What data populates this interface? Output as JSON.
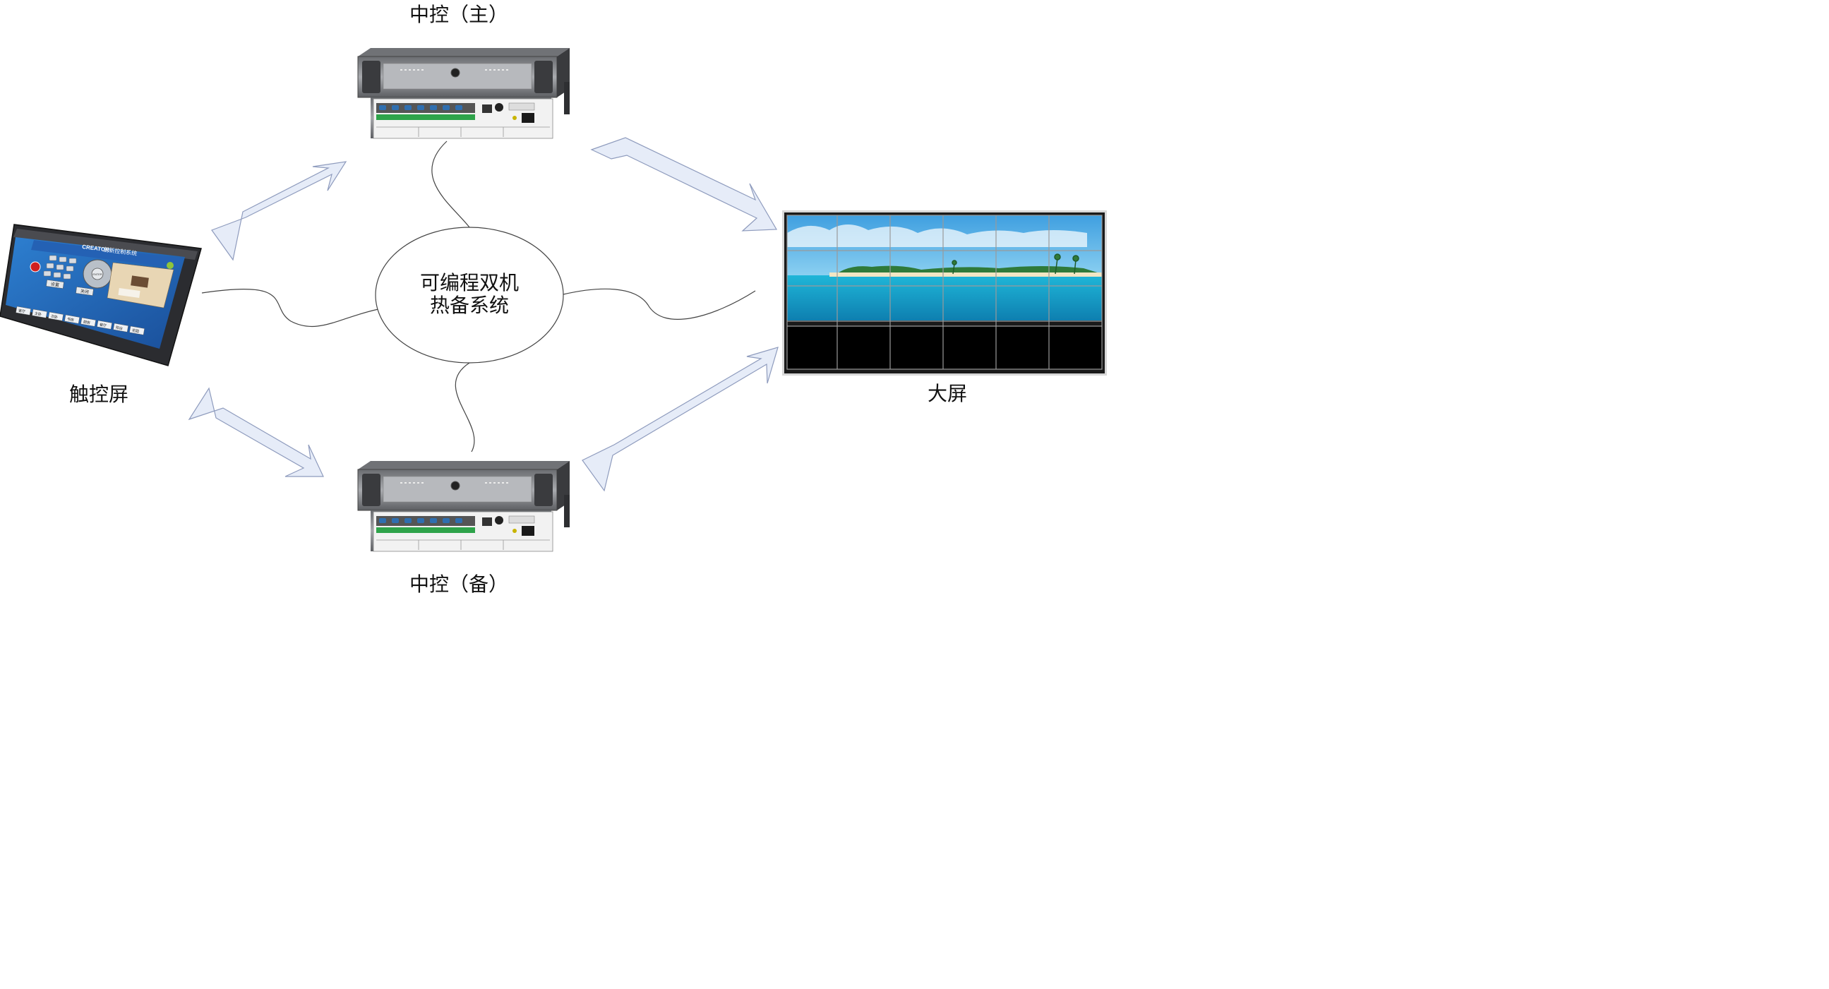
{
  "labels": {
    "master": "中控（主）",
    "backup": "中控（备）",
    "touch": "触控屏",
    "screen": "大屏",
    "core_line1": "可编程双机",
    "core_line2": "热备系统"
  },
  "touch_ui": {
    "brand": "CREATOR",
    "title": "创新控制系统",
    "dpad_center": "ENTER",
    "buttons": [
      "设置",
      "关闭"
    ],
    "tabs": [
      "客厅",
      "主卧",
      "次卧",
      "书房",
      "厨房",
      "餐厅",
      "阳台",
      "花园"
    ]
  },
  "colors": {
    "arrow_fill": "#e6ecf8",
    "arrow_stroke": "#8e9bbd",
    "device_chassis": "#9b9da2",
    "device_rack": "#eeeeee",
    "wall_frame": "#2a2a2a",
    "sea": "#1aa8c8",
    "sky": "#6fc0ec"
  }
}
